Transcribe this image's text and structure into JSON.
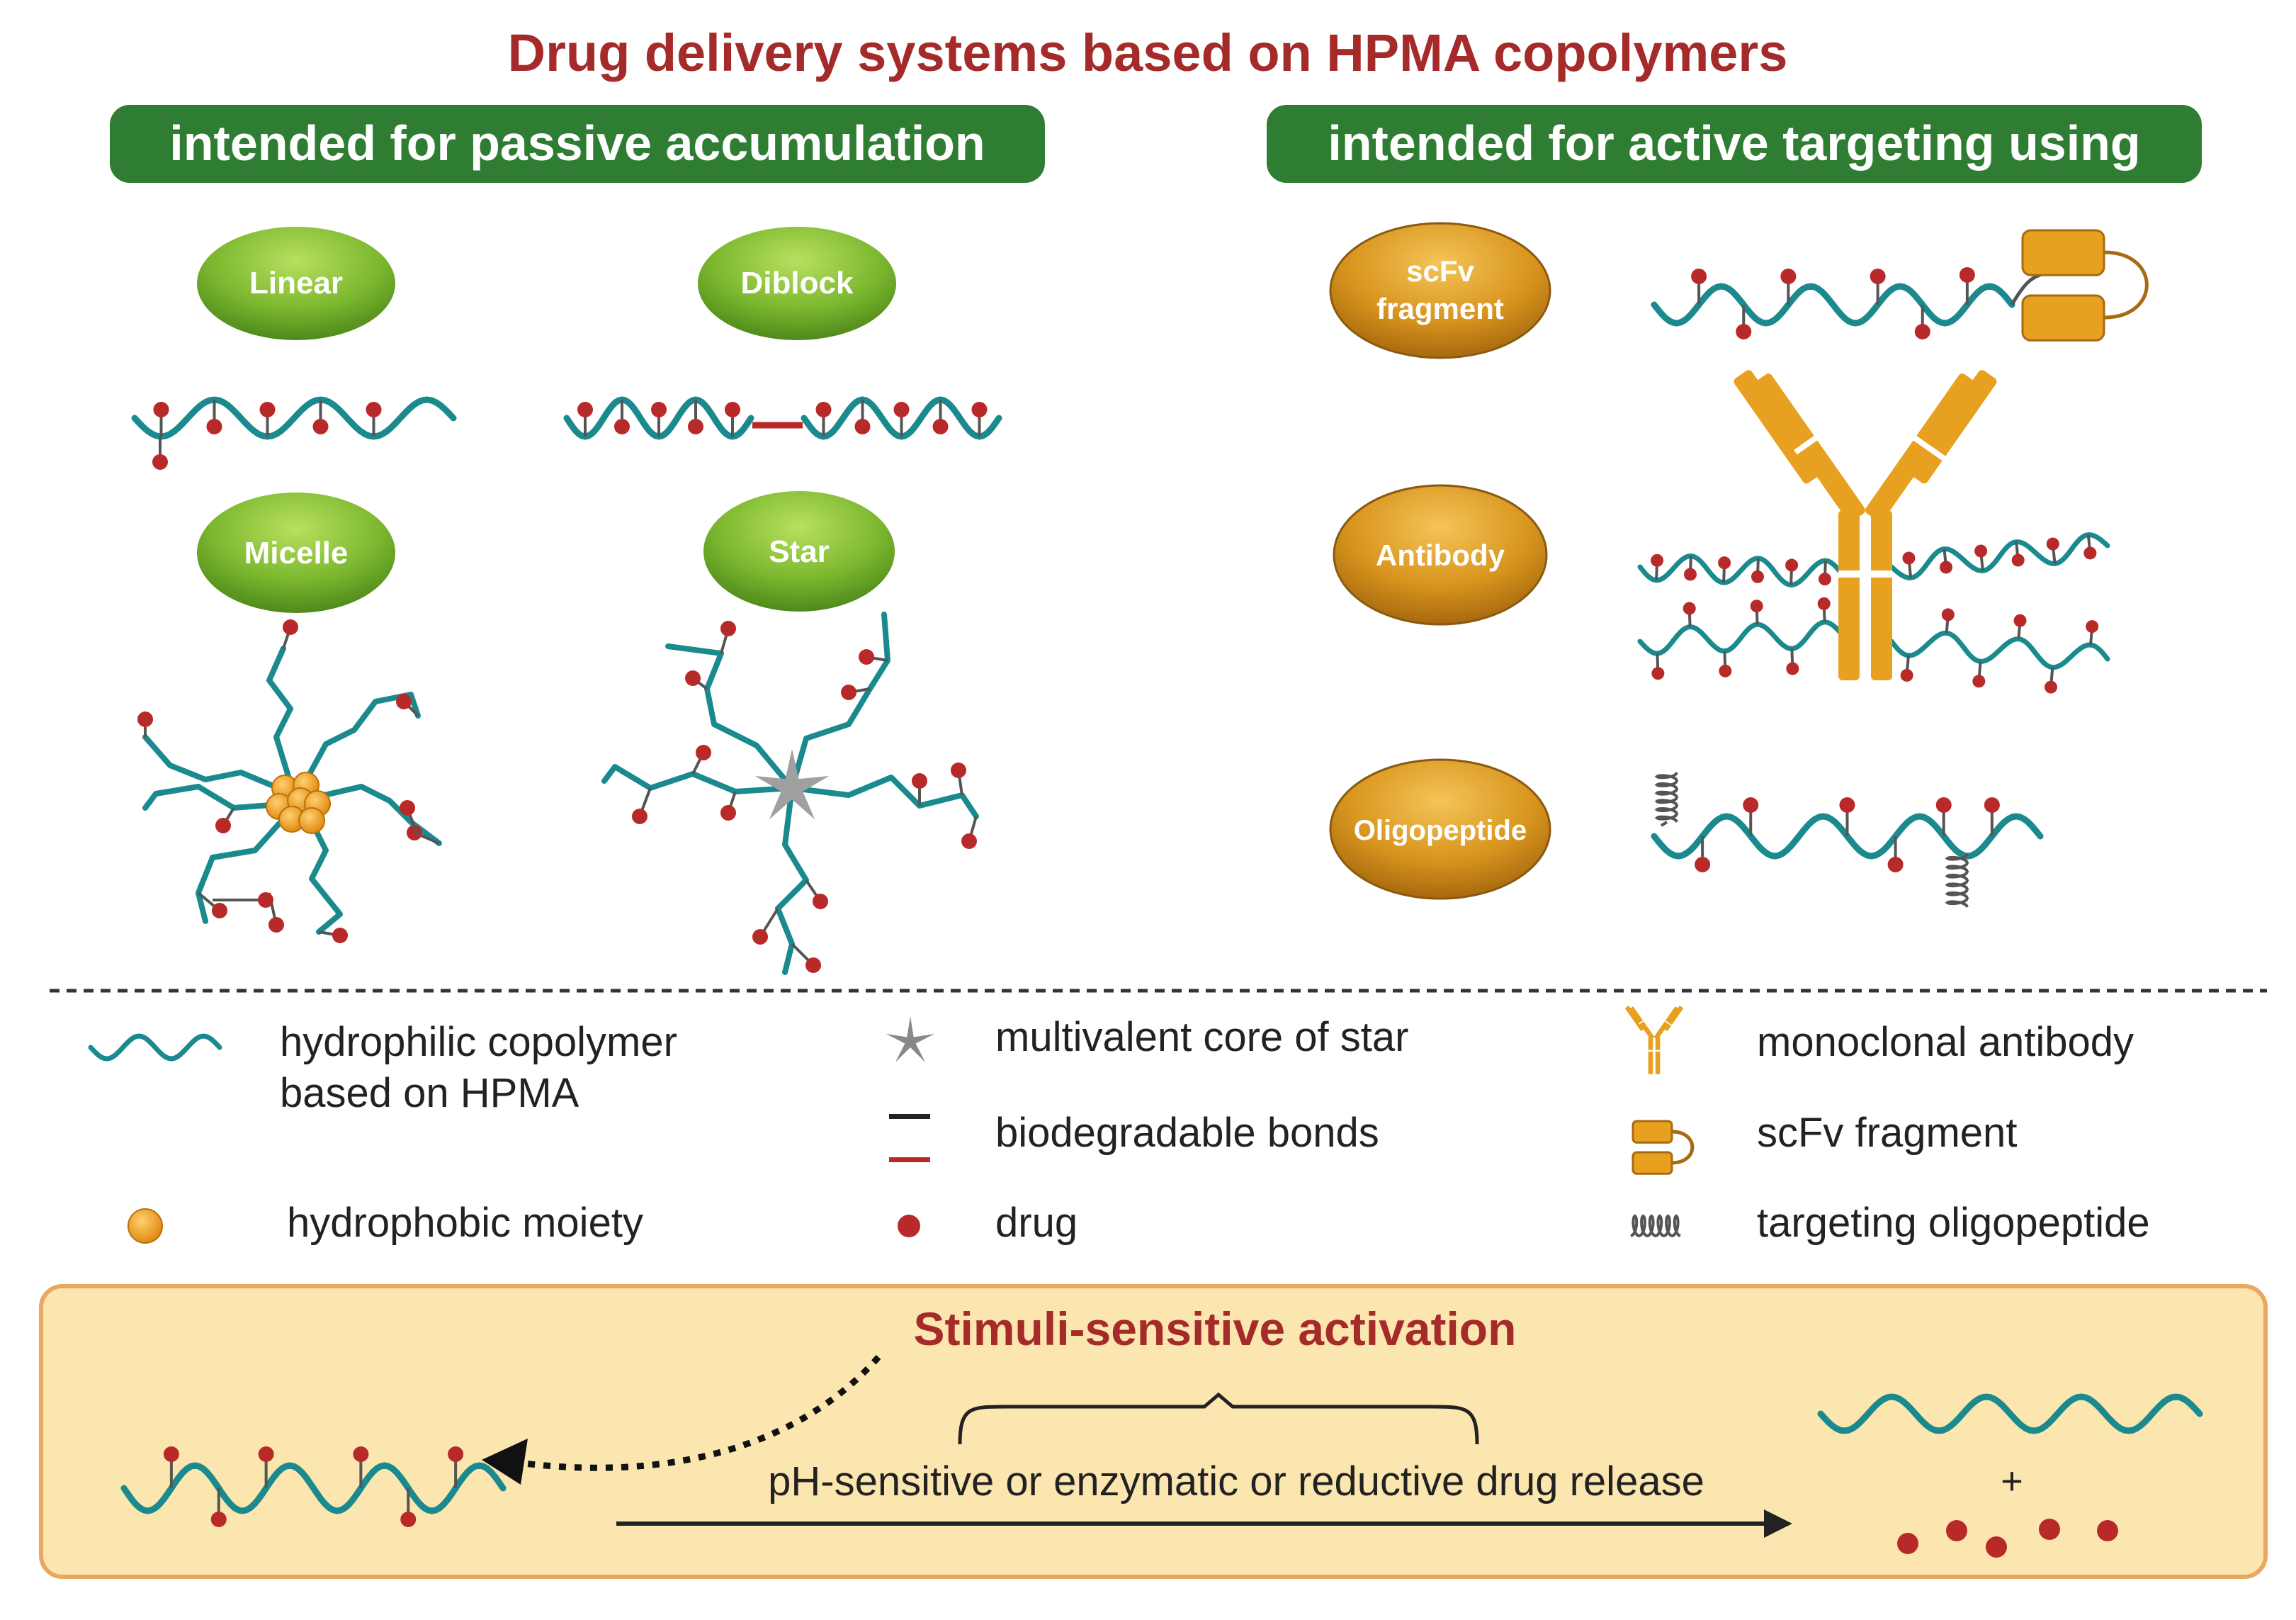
{
  "title": "Drug delivery systems based on HPMA copolymers",
  "headers": {
    "passive": "intended for passive accumulation",
    "active": "intended for active targeting using"
  },
  "passive_labels": {
    "linear": "Linear",
    "diblock": "Diblock",
    "micelle": "Micelle",
    "star": "Star"
  },
  "active_labels": {
    "scfv_line1": "scFv",
    "scfv_line2": "fragment",
    "antibody": "Antibody",
    "oligopeptide": "Oligopeptide"
  },
  "legend": {
    "hydrophilic_line1": "hydrophilic copolymer",
    "hydrophilic_line2": "based on HPMA",
    "hydrophobic": "hydrophobic moiety",
    "star_core": "multivalent core of star",
    "biodegradable": "biodegradable bonds",
    "drug": "drug",
    "antibody": "monoclonal antibody",
    "scfv": "scFv fragment",
    "oligopeptide": "targeting oligopeptide"
  },
  "activation": {
    "title": "Stimuli-sensitive activation",
    "release": "pH-sensitive or enzymatic or reductive drug release",
    "plus": "+"
  },
  "colors": {
    "title_red": "#a52a2a",
    "header_green": "#2e7d32",
    "pill_green": "#7cb82f",
    "oval_gold": "#d4901a",
    "polymer_teal": "#1a8a8f",
    "drug_red": "#b82a2a",
    "antibody_orange": "#e8a020",
    "hydrophobic_orange": "#f0a020",
    "panel_fill": "#fbe6b0",
    "panel_border": "#e8a860"
  }
}
